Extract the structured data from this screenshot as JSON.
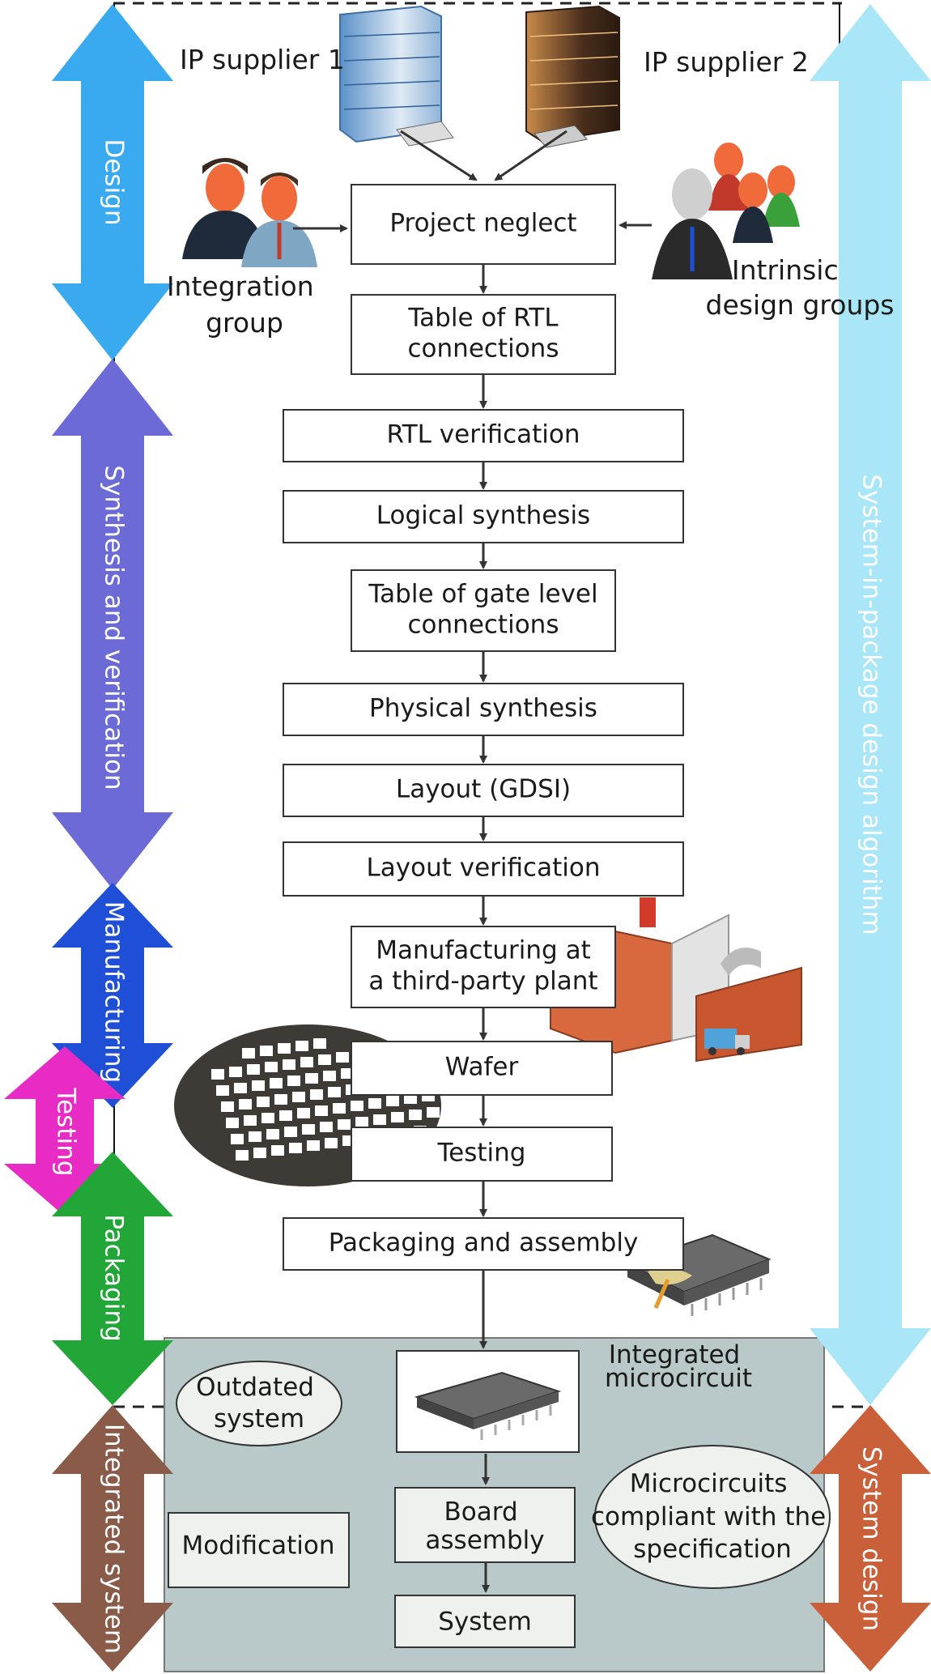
{
  "suppliers": {
    "supplier_1": "IP supplier 1",
    "supplier_2": "IP supplier 2"
  },
  "groups": {
    "integration": [
      "Integration",
      "group"
    ],
    "intrinsic": [
      "Intrinsic",
      "design groups"
    ]
  },
  "flow_steps": [
    {
      "lines": [
        "Project neglect"
      ]
    },
    {
      "lines": [
        "Table of RTL",
        "connections"
      ]
    },
    {
      "lines": [
        "RTL verification"
      ]
    },
    {
      "lines": [
        "Logical synthesis"
      ]
    },
    {
      "lines": [
        "Table of gate level",
        "connections"
      ]
    },
    {
      "lines": [
        "Physical synthesis"
      ]
    },
    {
      "lines": [
        "Layout (GDSI)"
      ]
    },
    {
      "lines": [
        "Layout verification"
      ]
    },
    {
      "lines": [
        "Manufacturing at",
        "a third-party plant"
      ]
    },
    {
      "lines": [
        "Wafer"
      ]
    },
    {
      "lines": [
        "Testing"
      ]
    },
    {
      "lines": [
        "Packaging and assembly"
      ]
    }
  ],
  "system_area": {
    "ic_label": [
      "Integrated",
      "microcircuit"
    ],
    "outdated": [
      "Outdated",
      "system"
    ],
    "modification": "Modification",
    "board_assembly": [
      "Board",
      "assembly"
    ],
    "system": "System",
    "compliant": [
      "Microcircuits",
      "compliant with the",
      "specification"
    ]
  },
  "phases_left": [
    {
      "label": "Design",
      "color": "#3aaaf0"
    },
    {
      "label": "Synthesis and verification",
      "color": "#6b6ad6"
    },
    {
      "label": "Manufacturing",
      "color": "#1f4fd6"
    },
    {
      "label": "Testing",
      "color": "#e82bc4"
    },
    {
      "label": "Packaging",
      "color": "#22a637"
    },
    {
      "label": "Integrated system",
      "color": "#8a5b49"
    }
  ],
  "phases_right": [
    {
      "label": "System-in-package design algorithm",
      "color": "#a8e6f8"
    },
    {
      "label": "System design",
      "color": "#c9603a"
    }
  ],
  "colors": {
    "system_panel": "#b9c8c8",
    "box_fill": "#eef1ee",
    "ellipse_fill": "#eef1ee"
  }
}
